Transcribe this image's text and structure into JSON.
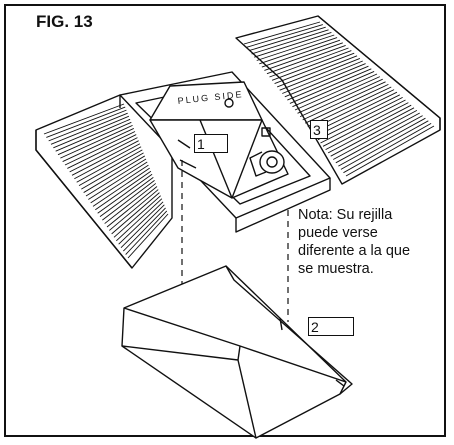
{
  "figure": {
    "title": "FIG. 13",
    "housing_label": "PLUG SIDE"
  },
  "callouts": [
    {
      "number": "1"
    },
    {
      "number": "3"
    },
    {
      "number": "2"
    }
  ],
  "note": {
    "lines": [
      "Nota: Su rejilla",
      "puede verse",
      "diferente a la que",
      "se muestra."
    ]
  },
  "colors": {
    "ink": "#111111",
    "paper": "#ffffff"
  }
}
